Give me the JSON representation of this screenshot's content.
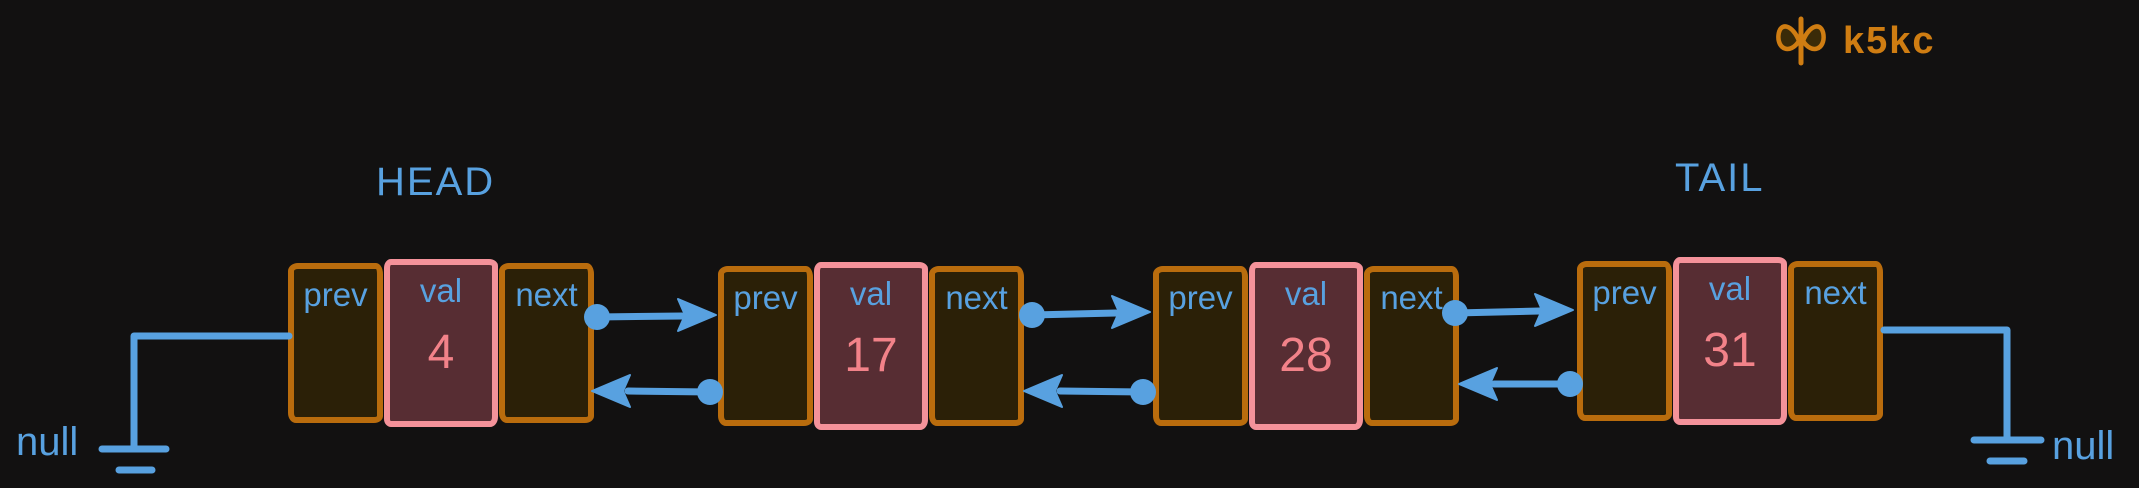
{
  "brand": {
    "text": "k5kc",
    "icon": "butterfly-infinity-icon"
  },
  "labels": {
    "head": "HEAD",
    "tail": "TAIL",
    "null_left": "null",
    "null_right": "null"
  },
  "fields": {
    "prev": "prev",
    "val": "val",
    "next": "next"
  },
  "nodes": [
    {
      "value": "4"
    },
    {
      "value": "17"
    },
    {
      "value": "28"
    },
    {
      "value": "31"
    }
  ],
  "colors": {
    "background": "#121111",
    "blue": "#58a1e0",
    "orange": "#b96c0d",
    "logo_orange": "#cf7d12",
    "pink": "#f4929a",
    "val_bg": "#572d33",
    "cell_bg": "#2b2007",
    "value_text": "#f28289"
  }
}
